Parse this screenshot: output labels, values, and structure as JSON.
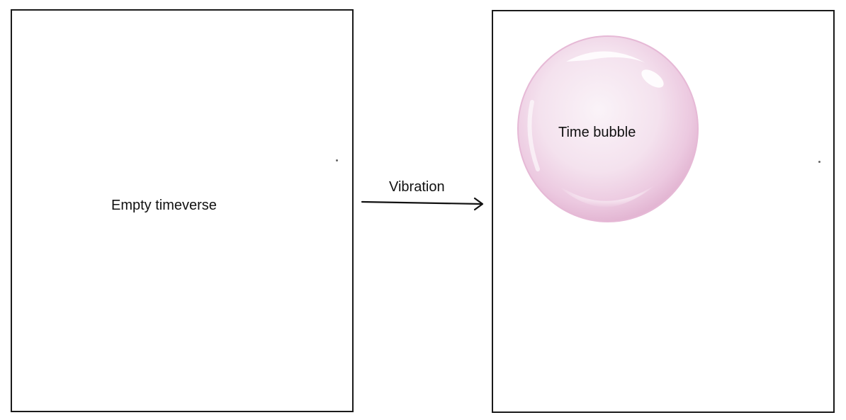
{
  "diagram": {
    "left_panel": {
      "label": "Empty timeverse"
    },
    "transition": {
      "label": "Vibration",
      "arrow_color": "#111111"
    },
    "right_panel": {
      "bubble": {
        "label": "Time bubble",
        "tint_color": "#f3dcec",
        "rim_color": "#e6b9d6"
      }
    }
  }
}
